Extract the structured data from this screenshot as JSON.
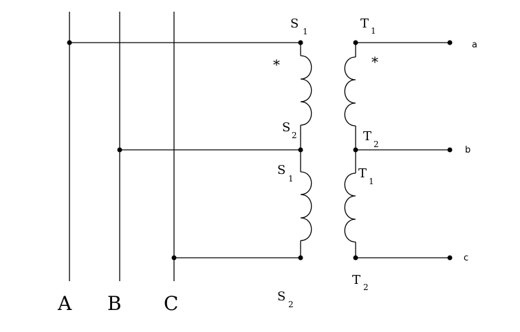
{
  "bus_labels": {
    "a": "A",
    "b": "B",
    "c": "C"
  },
  "output_labels": {
    "a": "a",
    "b": "b",
    "c": "c"
  },
  "polarity_mark": "*",
  "terminals": {
    "s_letter": "S",
    "t_letter": "T",
    "sub_1": "1",
    "sub_2": "2"
  }
}
